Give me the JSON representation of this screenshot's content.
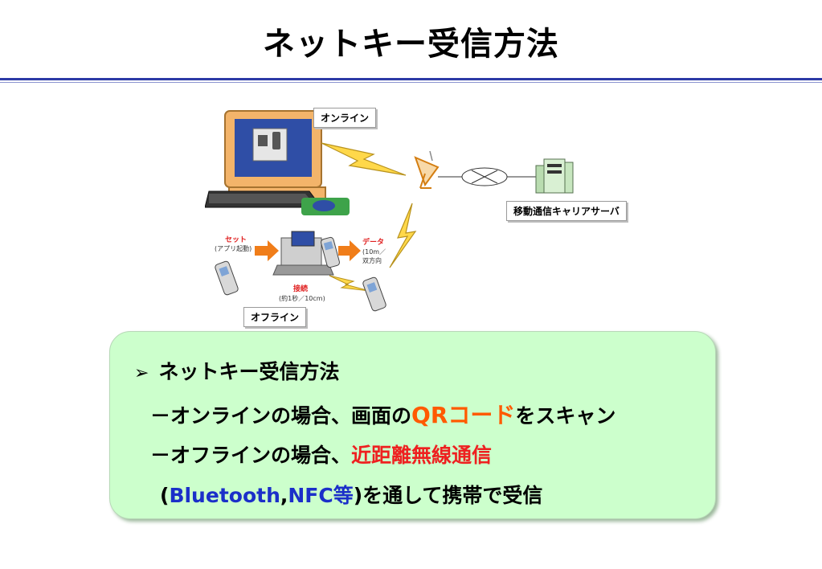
{
  "title": "ネットキー受信方法",
  "diagram": {
    "online_label": "オンライン",
    "offline_label": "オフライン",
    "carrier_server_label": "移動通信キャリアサーバ",
    "set_label": "セット",
    "set_sub": "(アプリ起動)",
    "connect_label": "接続",
    "connect_sub": "(約1秒／10cm)",
    "data_label": "データ",
    "data_sub1": "(10m／",
    "data_sub2": "双方向"
  },
  "panel": {
    "bullet": "➢",
    "heading": "ネットキー受信方法",
    "online_prefix": "－オンラインの場合、画面の",
    "online_highlight": "QRコード",
    "online_suffix": "をスキャン",
    "offline_prefix": "－オフラインの場合、",
    "offline_highlight": "近距離無線通信",
    "examples_open": "(",
    "example_1": "Bluetooth",
    "comma": ",",
    "example_2": "NFC等",
    "examples_suffix": ")を通して携帯で受信"
  },
  "colors": {
    "rule": "#2c3aa6",
    "panel_bg": "#ccffcc",
    "highlight_red": "#ee2020",
    "highlight_orange": "#ff5a00",
    "highlight_blue": "#1b2fc9"
  }
}
